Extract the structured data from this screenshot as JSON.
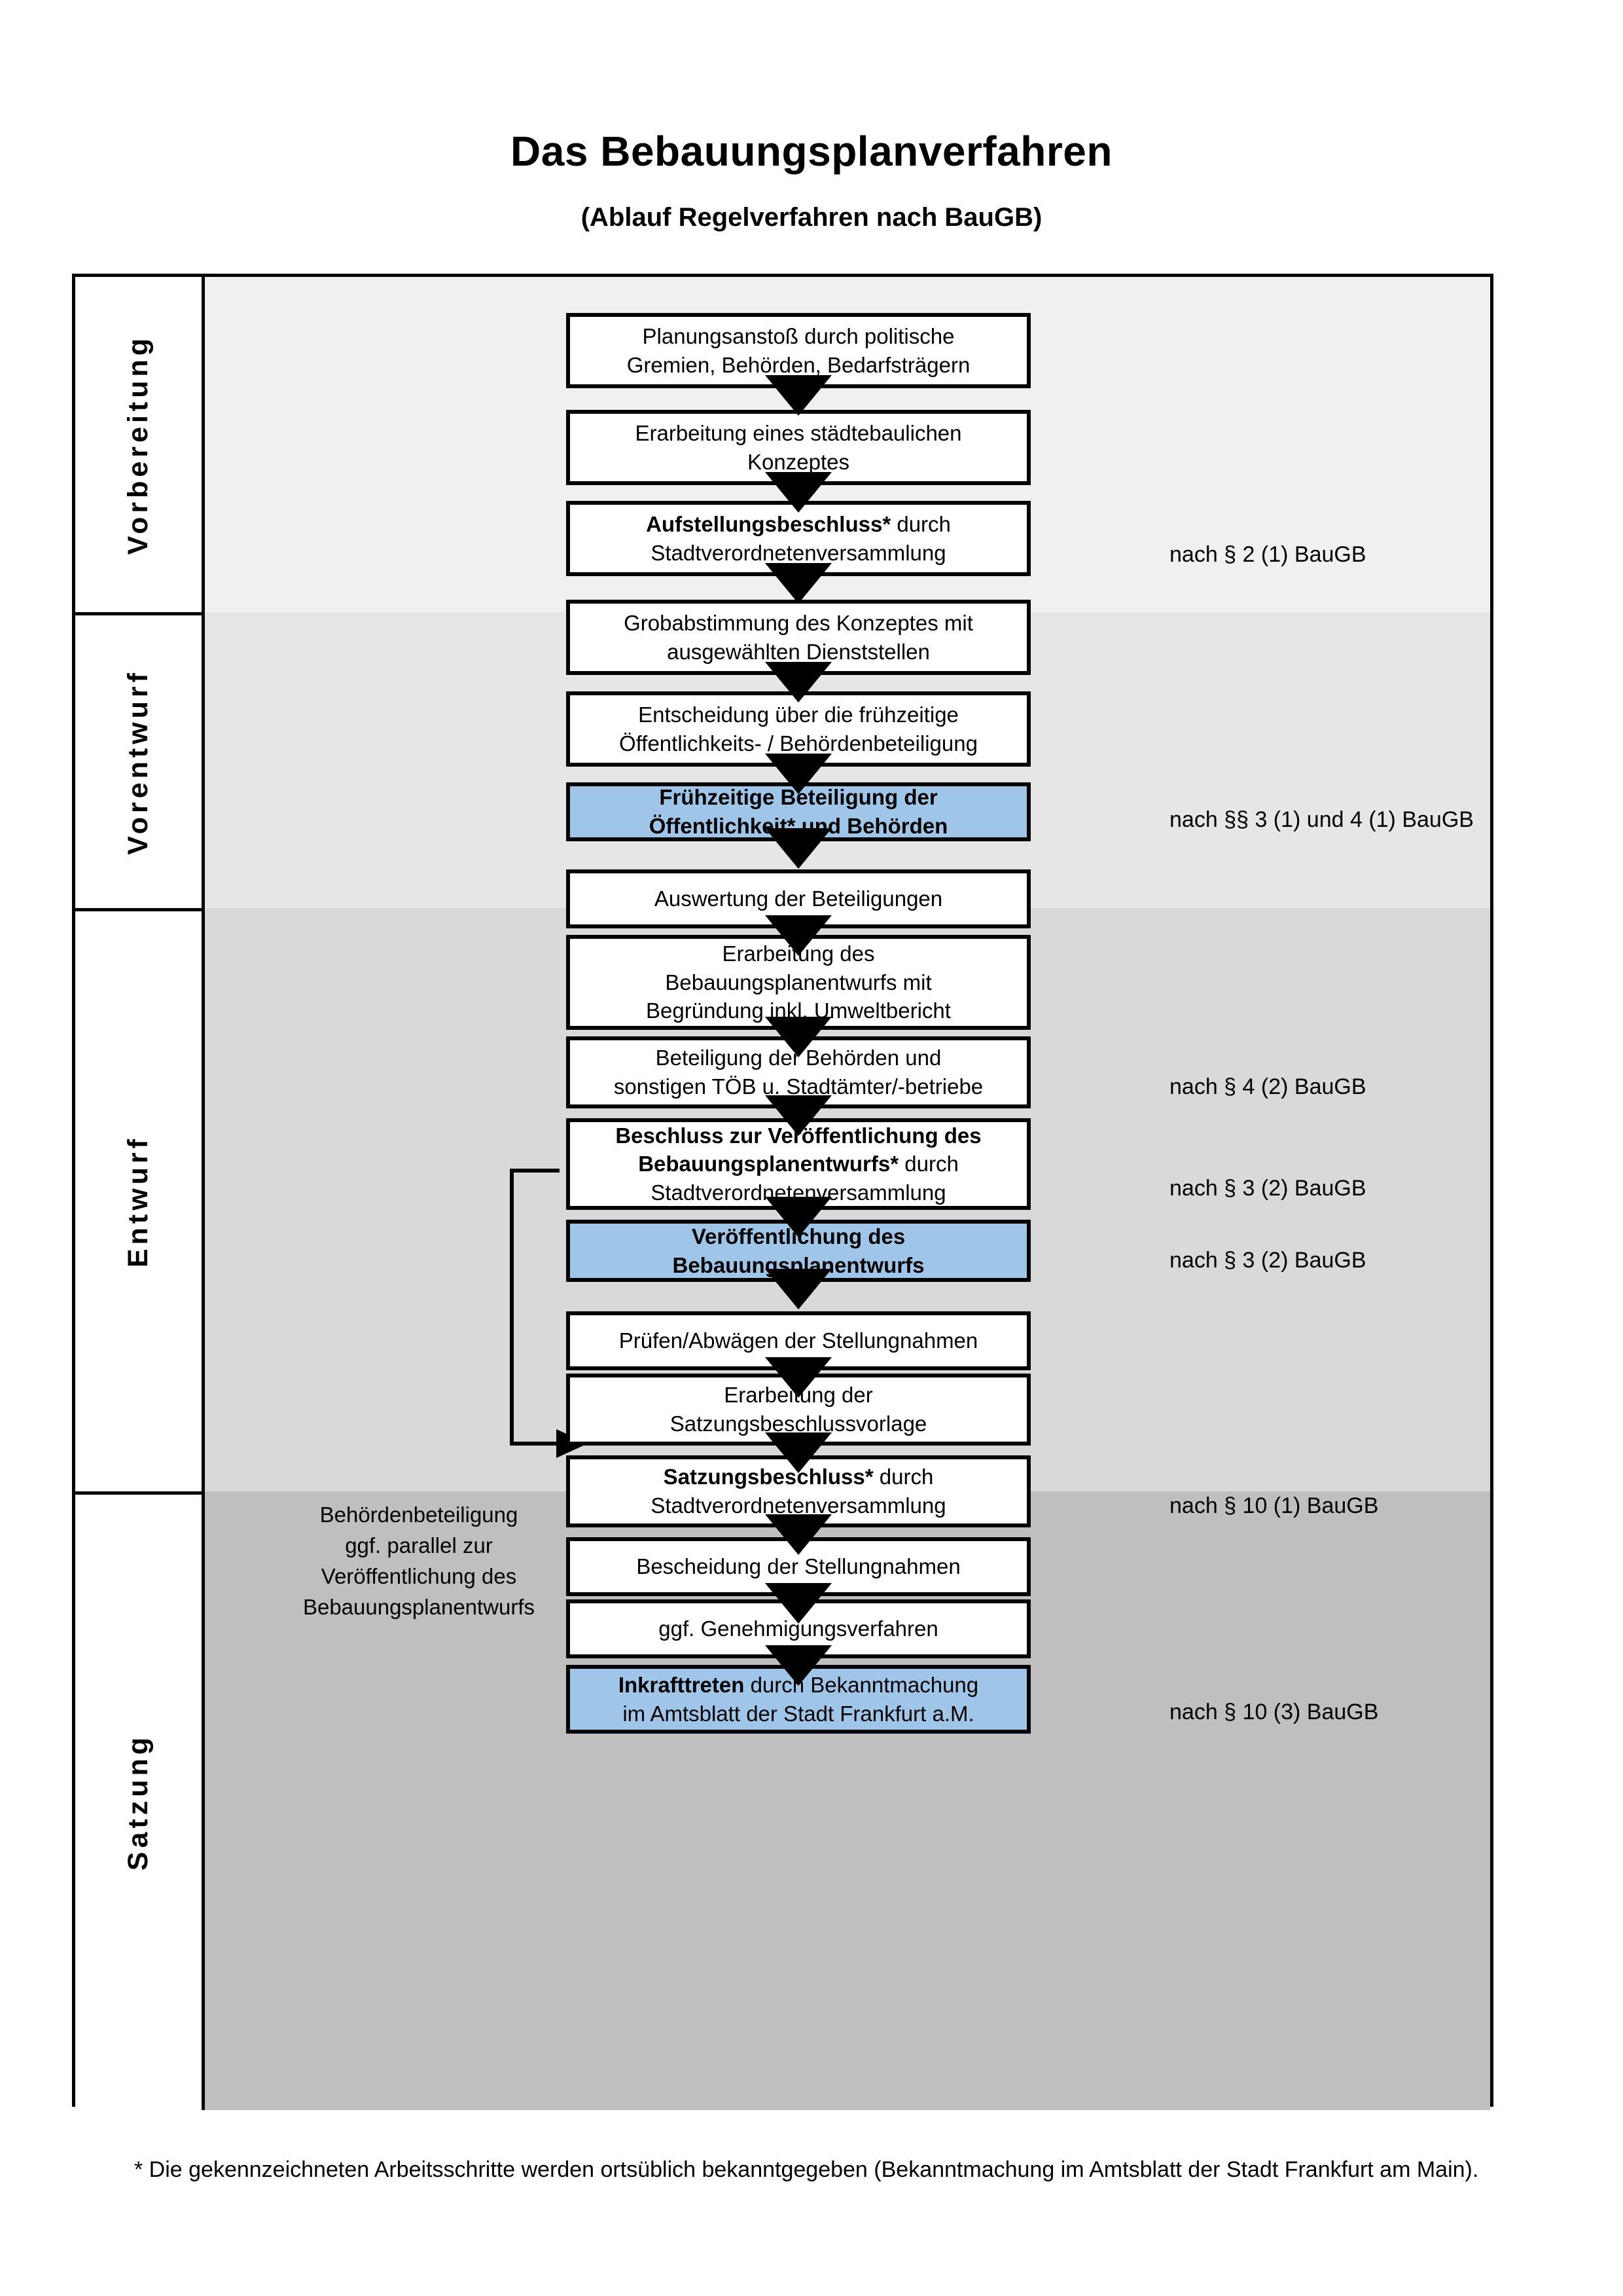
{
  "header": {
    "title": "Das Bebauungsplanverfahren",
    "subtitle": "(Ablauf Regelverfahren nach BauGB)"
  },
  "colors": {
    "highlight_box": "#9FC5E8",
    "band_vorbereitung": "#F0F0F0",
    "band_vorentwurf": "#E6E6E6",
    "band_entwurf": "#D9D9D9",
    "band_satzung": "#BFBFBF",
    "line": "#000000",
    "box_fill": "#FFFFFF"
  },
  "phases": [
    {
      "id": "vorbereitung",
      "label": "Vorbereitung"
    },
    {
      "id": "vorentwurf",
      "label": "Vorentwurf"
    },
    {
      "id": "entwurf",
      "label": "Entwurf"
    },
    {
      "id": "satzung",
      "label": "Satzung"
    }
  ],
  "steps": [
    {
      "id": "s1",
      "phase": "vorbereitung",
      "highlight": false,
      "lines": [
        {
          "t": "Planungsanstoß durch politische",
          "b": false
        },
        {
          "t": "Gremien, Behörden, Bedarfsträgern",
          "b": false
        }
      ]
    },
    {
      "id": "s2",
      "phase": "vorbereitung",
      "highlight": false,
      "lines": [
        {
          "t": "Erarbeitung eines städtebaulichen",
          "b": false
        },
        {
          "t": "Konzeptes",
          "b": false
        }
      ]
    },
    {
      "id": "s3",
      "phase": "vorbereitung",
      "highlight": false,
      "lines": [
        {
          "t": "Aufstellungsbeschluss*",
          "b": true,
          "suffix": " durch"
        },
        {
          "t": "Stadtverordnetenversammlung",
          "b": false
        }
      ]
    },
    {
      "id": "s4",
      "phase": "vorentwurf",
      "highlight": false,
      "lines": [
        {
          "t": "Grobabstimmung des Konzeptes mit",
          "b": false
        },
        {
          "t": "ausgewählten Dienststellen",
          "b": false
        }
      ]
    },
    {
      "id": "s5",
      "phase": "vorentwurf",
      "highlight": false,
      "lines": [
        {
          "t": "Entscheidung über die frühzeitige",
          "b": false
        },
        {
          "t": "Öffentlichkeits- / Behördenbeteiligung",
          "b": false
        }
      ]
    },
    {
      "id": "s6",
      "phase": "vorentwurf",
      "highlight": true,
      "lines": [
        {
          "t": "Frühzeitige Beteiligung der",
          "b": true
        },
        {
          "t": "Öffentlichkeit* und Behörden",
          "b": true
        }
      ]
    },
    {
      "id": "s7",
      "phase": "entwurf",
      "highlight": false,
      "lines": [
        {
          "t": "Auswertung der Beteiligungen",
          "b": false
        }
      ]
    },
    {
      "id": "s8",
      "phase": "entwurf",
      "highlight": false,
      "lines": [
        {
          "t": "Erarbeitung des",
          "b": false
        },
        {
          "t": "Bebauungsplanentwurfs mit",
          "b": false
        },
        {
          "t": "Begründung inkl. Umweltbericht",
          "b": false
        }
      ]
    },
    {
      "id": "s9",
      "phase": "entwurf",
      "highlight": false,
      "lines": [
        {
          "t": "Beteiligung der Behörden und",
          "b": false
        },
        {
          "t": "sonstigen TÖB u. Stadtämter/-betriebe",
          "b": false
        }
      ]
    },
    {
      "id": "s10",
      "phase": "entwurf",
      "highlight": false,
      "lines": [
        {
          "t": "Beschluss zur Veröffentlichung des",
          "b": true
        },
        {
          "t": "Bebauungsplanentwurfs*",
          "b": true,
          "suffix": " durch"
        },
        {
          "t": "Stadtverordnetenversammlung",
          "b": false
        }
      ]
    },
    {
      "id": "s11",
      "phase": "entwurf",
      "highlight": true,
      "lines": [
        {
          "t": "Veröffentlichung des",
          "b": true
        },
        {
          "t": "Bebauungsplanentwurfs",
          "b": true
        }
      ]
    },
    {
      "id": "s12",
      "phase": "satzung",
      "highlight": false,
      "lines": [
        {
          "t": "Prüfen/Abwägen der Stellungnahmen",
          "b": false
        }
      ]
    },
    {
      "id": "s13",
      "phase": "satzung",
      "highlight": false,
      "lines": [
        {
          "t": "Erarbeitung der",
          "b": false
        },
        {
          "t": "Satzungsbeschlussvorlage",
          "b": false
        }
      ]
    },
    {
      "id": "s14",
      "phase": "satzung",
      "highlight": false,
      "lines": [
        {
          "t": "Satzungsbeschluss*",
          "b": true,
          "suffix": " durch"
        },
        {
          "t": "Stadtverordnetenversammlung",
          "b": false
        }
      ]
    },
    {
      "id": "s15",
      "phase": "satzung",
      "highlight": false,
      "lines": [
        {
          "t": "Bescheidung der Stellungnahmen",
          "b": false
        }
      ]
    },
    {
      "id": "s16",
      "phase": "satzung",
      "highlight": false,
      "lines": [
        {
          "t": "ggf. Genehmigungsverfahren",
          "b": false
        }
      ]
    },
    {
      "id": "s17",
      "phase": "satzung",
      "highlight": true,
      "lines": [
        {
          "t": "Inkrafttreten",
          "b": true,
          "suffix": " durch Bekanntmachung"
        },
        {
          "t": "im Amtsblatt der Stadt Frankfurt a.M.",
          "b": false
        }
      ]
    }
  ],
  "legal_refs": [
    {
      "id": "r1",
      "for_step": "s3",
      "text": "nach § 2 (1) BauGB"
    },
    {
      "id": "r2",
      "for_step": "s6",
      "text": "nach §§ 3 (1) und 4 (1) BauGB"
    },
    {
      "id": "r3",
      "for_step": "s9",
      "text": "nach § 4 (2) BauGB"
    },
    {
      "id": "r4",
      "for_step": "s10",
      "text": "nach § 3 (2) BauGB"
    },
    {
      "id": "r5",
      "for_step": "s11",
      "text": "nach § 3 (2) BauGB"
    },
    {
      "id": "r6",
      "for_step": "s14",
      "text": "nach § 10 (1) BauGB"
    },
    {
      "id": "r7",
      "for_step": "s17",
      "text": "nach § 10 (3) BauGB"
    }
  ],
  "branch_note": {
    "lines": [
      "Behördenbeteiligung",
      "ggf. parallel zur",
      "Veröffentlichung des",
      "Bebauungsplanentwurfs"
    ]
  },
  "footnote": {
    "text": "* Die gekennzeichneten Arbeitsschritte werden ortsüblich bekanntgegeben (Bekanntmachung im Amtsblatt  der Stadt Frankfurt am Main)."
  }
}
